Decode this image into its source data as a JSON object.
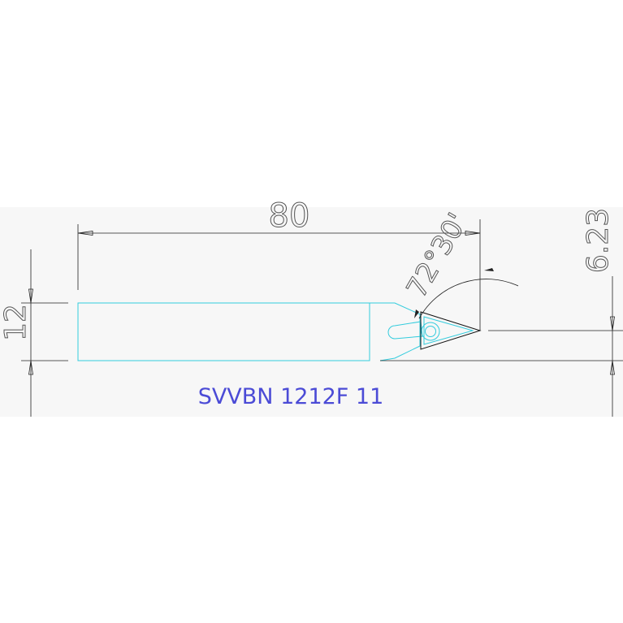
{
  "dimensions": {
    "length": "80",
    "height": "12",
    "offset": "6.23",
    "angle": "72°30'"
  },
  "part_label": "SVVBN 1212F 11",
  "colors": {
    "background_band": "#f7f7f7",
    "outline": "#33ccdd",
    "label": "#4b4bd6",
    "dimension": "#555555"
  }
}
